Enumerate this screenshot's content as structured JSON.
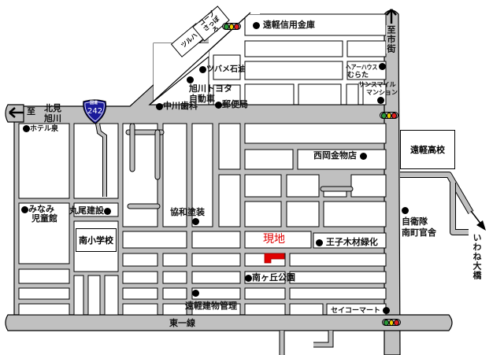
{
  "map": {
    "destinations": {
      "west_prefix": "至",
      "west_line1": "北見",
      "west_line2": "旭川",
      "north": "至市街",
      "southeast": "いわね大橋"
    },
    "route_shield": {
      "top": "国道",
      "number": "242",
      "color": "#1a1a9a"
    },
    "road_name": "東一線",
    "target": {
      "label": "現地",
      "color": "#e00000"
    },
    "boxed_buildings": {
      "tsuruha": "ツルハ",
      "coop": "コープ さっぽろ",
      "school_high": "遠軽高校",
      "school_elem": "南小学校"
    },
    "landmarks": {
      "shinkin": "遠軽信用金庫",
      "tsubame": "ツバメ石油",
      "toyota1": "旭川トヨタ",
      "toyota2": "自動車",
      "nakagawa": "中川歯科",
      "post": "郵便局",
      "hotel": "ホテル泉",
      "hair1": "ヘアーハウス",
      "hair2": "むらた",
      "sun1": "サンスマイル",
      "sun2": "マンション",
      "nishioka": "西岡金物店",
      "minami1": "みなみ",
      "minami2": "児童館",
      "maruo": "丸尾建設",
      "kyowa": "協和塗装",
      "oji": "王子木材緑化",
      "sdf1": "自衛隊",
      "sdf2": "南町官舎",
      "park": "南ヶ丘公園",
      "tatemono": "遠軽建物管理",
      "seico": "セイコーマート"
    },
    "colors": {
      "road": "#c0c0c0",
      "light_green": "#2a9a3a",
      "light_yellow": "#f0d000",
      "light_red": "#e02020"
    }
  }
}
